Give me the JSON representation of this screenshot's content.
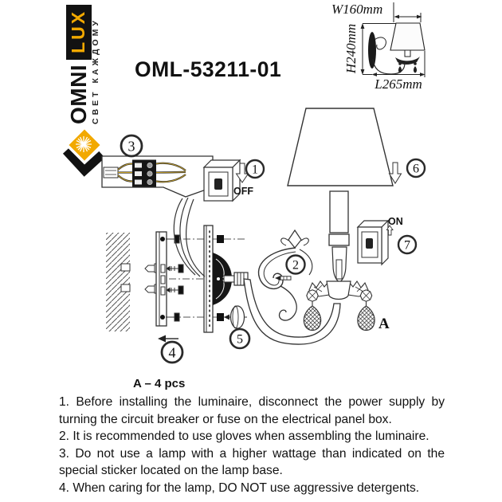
{
  "brand": {
    "name_part1": "OMNI",
    "name_part2": "LUX",
    "tagline": "СВЕТ КАЖДОМУ"
  },
  "model": "OML-53211-01",
  "dim_drawing": {
    "width_label": "W160mm",
    "height_label": "H240mm",
    "length_label": "L265mm"
  },
  "diagram": {
    "callouts": [
      "1",
      "2",
      "3",
      "4",
      "5",
      "6",
      "7"
    ],
    "switch_off_label": "OFF",
    "switch_on_label": "ON",
    "part_label": "A"
  },
  "parts_note": "A – 4 pcs",
  "instructions": [
    "1. Before installing the luminaire, disconnect the power supply by turning the circuit breaker or fuse on the electrical panel box.",
    "2. It is recommended to use gloves when assembling the luminaire.",
    "3. Do not use a lamp with a higher wattage than indicated on the special sticker located on the lamp base.",
    "4. When caring for the lamp, DO NOT use aggressive detergents."
  ],
  "colors": {
    "brand_yellow": "#F2A900",
    "ink": "#1A1A1A"
  }
}
